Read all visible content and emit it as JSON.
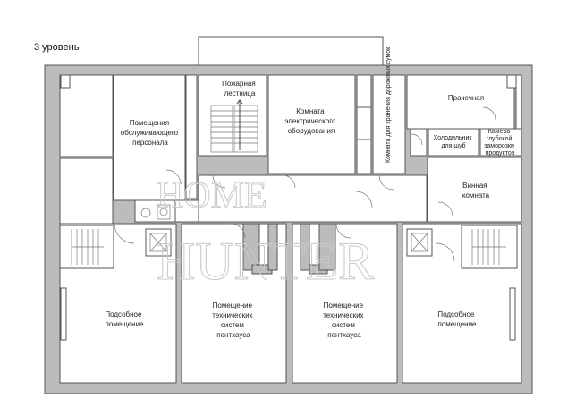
{
  "level_title": "3 уровень",
  "rooms": {
    "staff": [
      "Помещения",
      "обслуживающего",
      "персонала"
    ],
    "fire_stairs": [
      "Пожарная",
      "лестница"
    ],
    "electrical": [
      "Комната",
      "электрического",
      "оборудования"
    ],
    "luggage": "Комната для хранения дорожных сумок",
    "laundry": "Прачечная",
    "fur_fridge": [
      "Холодильник",
      "для шуб"
    ],
    "freezer": [
      "Камера",
      "глубокой",
      "заморозки",
      "продуктов"
    ],
    "wine": [
      "Винная",
      "комната"
    ],
    "utility_left": [
      "Подсобное",
      "помещение"
    ],
    "tech_left": [
      "Помещение",
      "технических",
      "систем",
      "пентхауса"
    ],
    "tech_right": [
      "Помещение",
      "технических",
      "систем",
      "пентхауса"
    ],
    "utility_right": [
      "Подсобное",
      "помещение"
    ]
  },
  "watermark": {
    "top": "HOME",
    "bottom": "HUNTER"
  }
}
